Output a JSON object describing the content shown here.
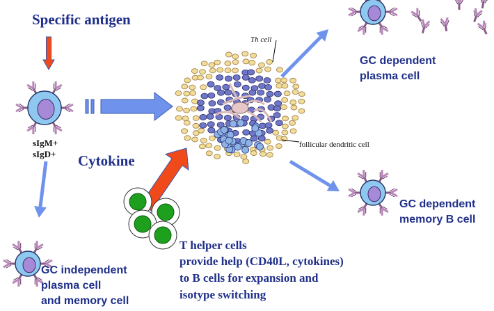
{
  "labels": {
    "specific_antigen": "Specific antigen",
    "cytokine": "Cytokine",
    "surface_marker_1": "sIgM+",
    "surface_marker_2": "sIgD+",
    "th_cell": "Th cell",
    "follicular_dendritic_cell": "follicular dendritic cell",
    "gc_dependent_plasma_1": "GC dependent",
    "gc_dependent_plasma_2": "plasma cell",
    "gc_dependent_memory_1": "GC dependent",
    "gc_dependent_memory_2": "memory  B cell",
    "gc_independent_1": "GC independent",
    "gc_independent_2": "plasma cell",
    "gc_independent_3": "and memory cell",
    "t_helper_1": "T helper cells",
    "t_helper_2": "provide help (CD40L, cytokines)",
    "t_helper_3": "to B cells for expansion and",
    "t_helper_4": "isotype switching"
  },
  "colors": {
    "navy_text": "#1f2f8a",
    "blue_arrow": "#6f93ec",
    "orange_arrow": "#f04a1a",
    "b_cell_body": "#8ec8f0",
    "b_cell_nucleus": "#a68ad8",
    "germinal_center_cell": "#6f78c8",
    "follicle_cell": "#f2dc9a",
    "t_helper_cell": "#1ea01e",
    "antibody": "#b887b8"
  }
}
